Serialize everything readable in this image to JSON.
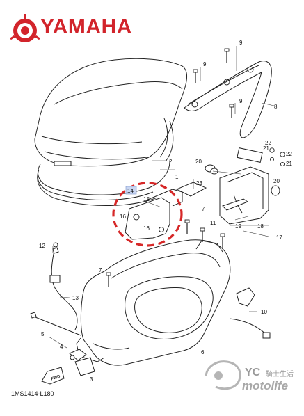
{
  "header": {
    "brand_name": "YAMAHA",
    "brand_color": "#d2242b",
    "logo_icon": "yamaha-tuning-fork-icon"
  },
  "diagram": {
    "reference_code": "1MS1414-L180",
    "callouts": [
      "1",
      "2",
      "3",
      "4",
      "5",
      "6",
      "7",
      "7",
      "8",
      "9",
      "9",
      "9",
      "10",
      "11",
      "12",
      "13",
      "14",
      "15",
      "16",
      "16",
      "17",
      "18",
      "19",
      "20",
      "20",
      "21",
      "21",
      "22",
      "22",
      "23"
    ],
    "highlighted_part": "14",
    "highlight_color": "#d62828"
  },
  "watermark": {
    "main": "YC",
    "sub": "騎士生活",
    "tagline": "motolife"
  },
  "direction_marker": "FWD"
}
